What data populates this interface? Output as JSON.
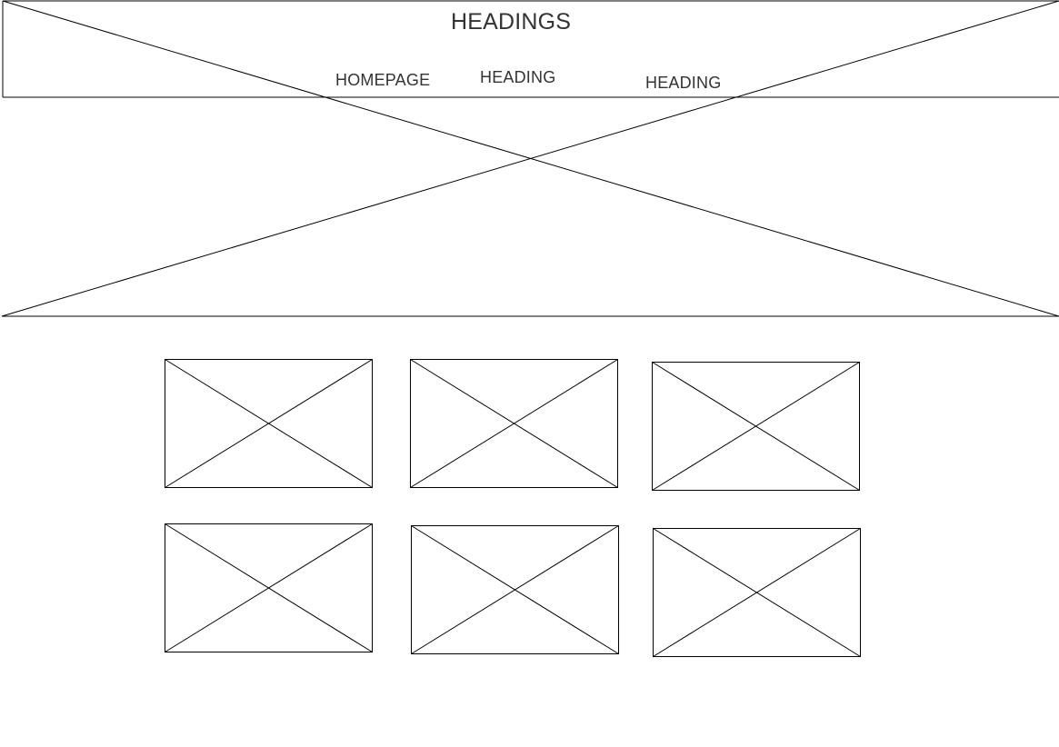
{
  "header": {
    "title": "HEADINGS",
    "nav": [
      "HOMEPAGE",
      "HEADING",
      "HEADING"
    ]
  },
  "placeholders": {
    "hero": "image-placeholder",
    "thumbnails": [
      "image-placeholder",
      "image-placeholder",
      "image-placeholder",
      "image-placeholder",
      "image-placeholder",
      "image-placeholder"
    ]
  },
  "colors": {
    "stroke": "#000000",
    "text": "#333333",
    "background": "#ffffff"
  }
}
